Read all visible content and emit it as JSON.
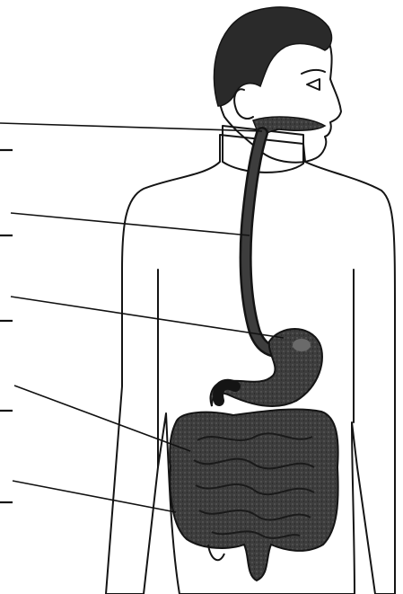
{
  "figure": {
    "colors": {
      "skin": "#cfcfcf",
      "hair": "#2a2a2a",
      "organ": "#3d3d3d",
      "line": "#141414",
      "background": "#ffffff"
    },
    "labels": [
      {
        "id": "mouth",
        "text": ""
      },
      {
        "id": "esophagus",
        "text": ""
      },
      {
        "id": "stomach",
        "text": ""
      },
      {
        "id": "small-intestine",
        "text": ""
      },
      {
        "id": "large-intestine",
        "text": ""
      }
    ]
  }
}
